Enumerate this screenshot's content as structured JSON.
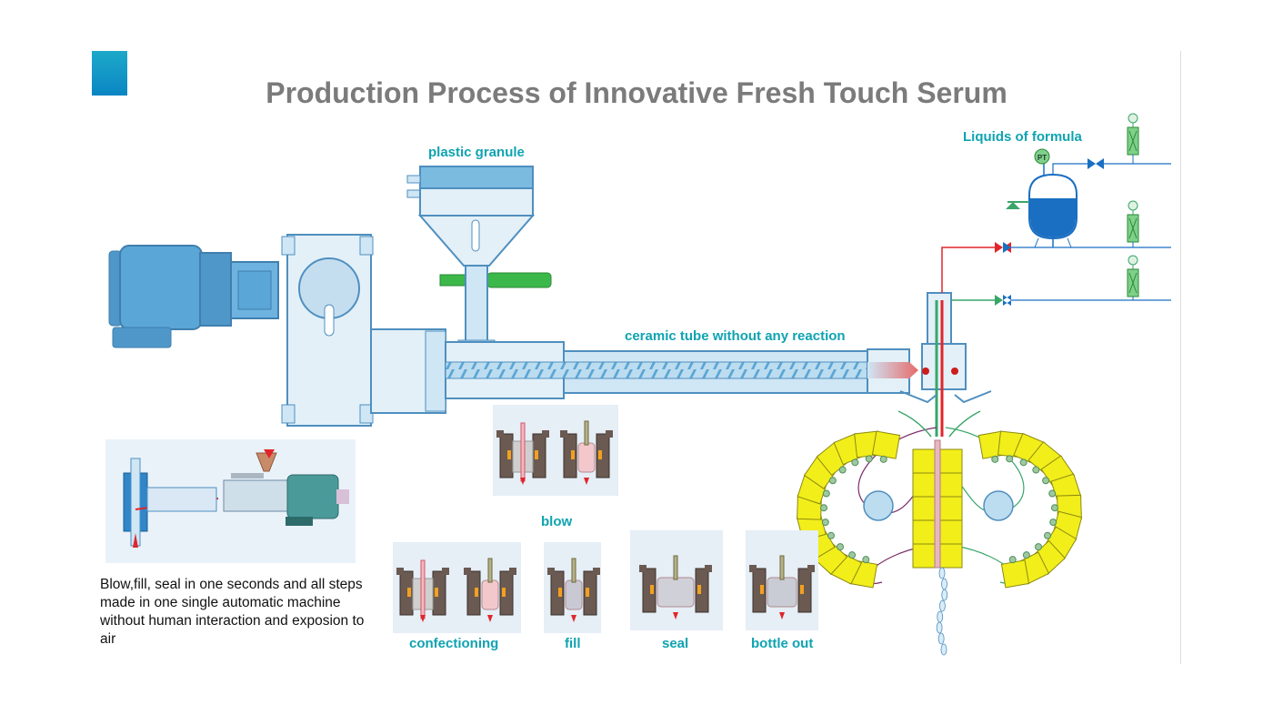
{
  "title": "Production Process of Innovative Fresh Touch Serum",
  "labels": {
    "plastic_granule": "plastic granule",
    "liquids_of_formula": "Liquids of formula",
    "ceramic_tube": "ceramic tube without any reaction",
    "blow": "blow",
    "confectioning": "confectioning",
    "fill": "fill",
    "seal": "seal",
    "bottle_out": "bottle out",
    "pt": "PT"
  },
  "description": "Blow,fill, seal in one seconds and all steps made in  one single automatic machine without human interaction and exposion to air",
  "colors": {
    "title": "#7b7b7b",
    "label": "#0fa3b1",
    "machine_fill": "#cfe6f5",
    "machine_stroke": "#4f8fbf",
    "motor": "#5aa6d6",
    "tank": "#1a6fc2",
    "valve_red": "#e0262a",
    "valve_blue": "#1a6fc2",
    "valve_green": "#3aa66a",
    "mold_yellow": "#f2ee1a",
    "accent_top": "#1da9c9",
    "accent_bottom": "#0a86c4"
  },
  "icons": [
    "motor-icon",
    "gearbox-icon",
    "hopper-icon",
    "screw-icon",
    "tank-icon",
    "valve-icon",
    "mold-wheel-icon",
    "mold-icon"
  ]
}
